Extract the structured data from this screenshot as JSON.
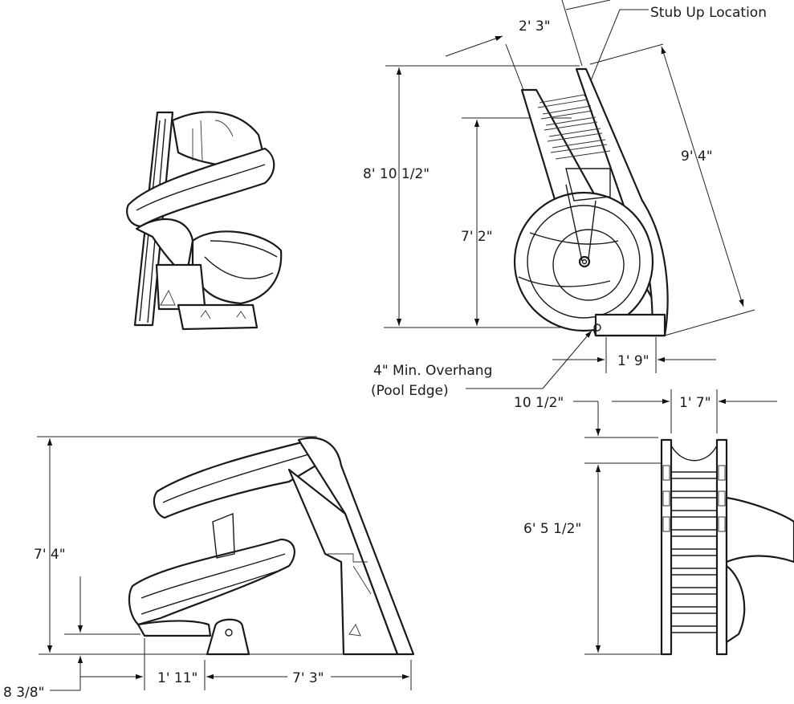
{
  "labels": {
    "stub_up": "Stub Up Location",
    "top_width": "2' 3\"",
    "overall_height_side": "8' 10 1/2\"",
    "platform_height": "7' 2\"",
    "slide_length": "9' 4\"",
    "overhang_line1": "4\" Min. Overhang",
    "overhang_line2": "(Pool Edge)",
    "base_width": "1' 9\"",
    "top_offset": "10 1/2\"",
    "ladder_width": "1' 7\"",
    "ladder_height": "6' 5 1/2\"",
    "overall_height_front": "7' 4\"",
    "exit_height": "8 3/8\"",
    "exit_reach": "1' 11\"",
    "overall_length": "7' 3\""
  }
}
